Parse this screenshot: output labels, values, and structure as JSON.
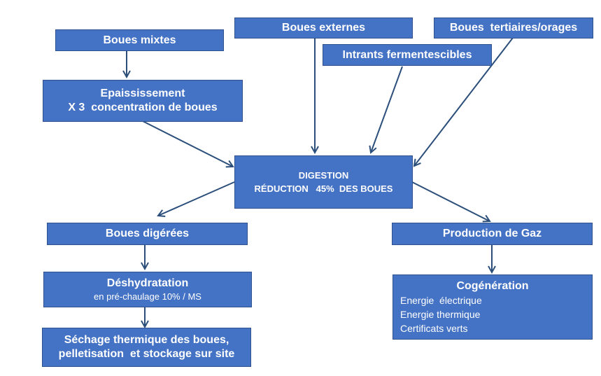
{
  "diagram": {
    "nodes": {
      "boues_mixtes": {
        "label": "Boues mixtes"
      },
      "epaississement": {
        "title": "Epaississement",
        "subtitle": "X 3  concentration de boues"
      },
      "boues_externes": {
        "label": "Boues externes"
      },
      "boues_tertiaires": {
        "label": "Boues  tertiaires/orages"
      },
      "intrants": {
        "label": "Intrants fermentescibles"
      },
      "digestion": {
        "title": "DIGESTION",
        "subtitle": "RÉDUCTION   45%  DES BOUES"
      },
      "boues_digerees": {
        "label": "Boues digérées"
      },
      "production_gaz": {
        "label": "Production de Gaz"
      },
      "deshydratation": {
        "title": "Déshydratation",
        "subtitle": "en pré-chaulage 10% / MS"
      },
      "sechage": {
        "line1": "Séchage thermique des boues,",
        "line2": "pelletisation  et stockage sur site"
      },
      "cogeneration": {
        "title": "Cogénération",
        "items": [
          "Energie  électrique",
          "Energie thermique",
          "Certificats verts"
        ]
      }
    },
    "edges": [
      {
        "from": "boues_mixtes",
        "to": "epaississement"
      },
      {
        "from": "epaississement",
        "to": "digestion"
      },
      {
        "from": "boues_externes",
        "to": "digestion"
      },
      {
        "from": "intrants",
        "to": "digestion"
      },
      {
        "from": "boues_tertiaires",
        "to": "digestion"
      },
      {
        "from": "digestion",
        "to": "boues_digerees"
      },
      {
        "from": "digestion",
        "to": "production_gaz"
      },
      {
        "from": "boues_digerees",
        "to": "deshydratation"
      },
      {
        "from": "deshydratation",
        "to": "sechage"
      },
      {
        "from": "production_gaz",
        "to": "cogeneration"
      }
    ],
    "colors": {
      "box_fill": "#4472c4",
      "box_border": "#2f528f",
      "arrow": "#2b4f7a",
      "text": "#ffffff"
    }
  }
}
